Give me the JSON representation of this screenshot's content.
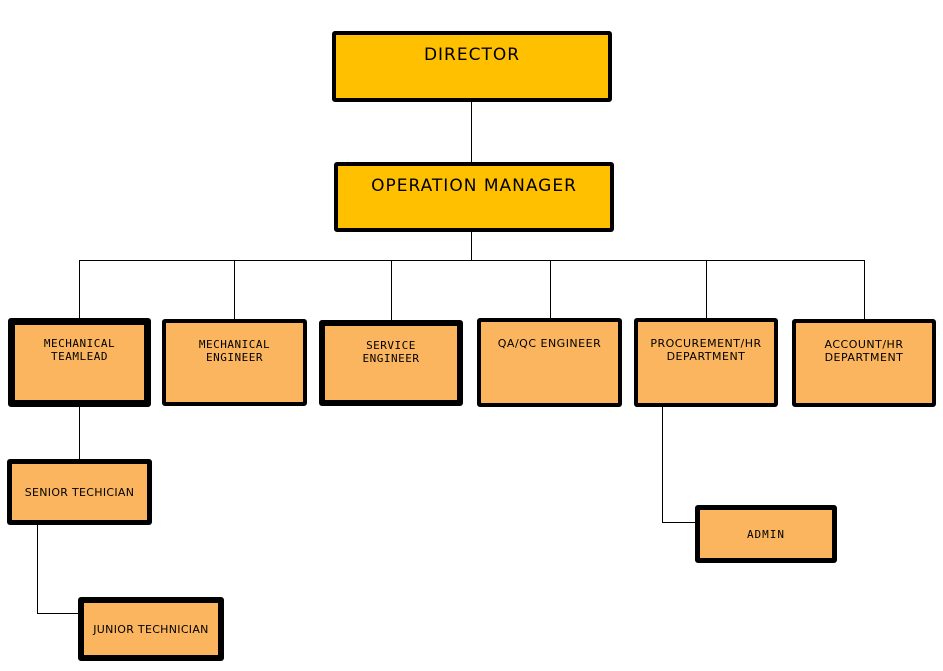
{
  "document": {
    "type": "organization-chart"
  },
  "colors": {
    "gold": "#FFC000",
    "light_orange": "#FAB55E",
    "border": "#000000",
    "line": "#000000",
    "background": "#FFFFFF"
  },
  "nodes": {
    "director": {
      "label": "DIRECTOR"
    },
    "operation_manager": {
      "label": "OPERATION MANAGER"
    },
    "mechanical_teamlead": {
      "label": "MECHANICAL\nTEAMLEAD"
    },
    "mechanical_engineer": {
      "label": "MECHANICAL\nENGINEER"
    },
    "service_engineer": {
      "label": "SERVICE\nENGINEER"
    },
    "qa_qc_engineer": {
      "label": "QA/QC ENGINEER"
    },
    "procurement_hr": {
      "label": "PROCUREMENT/HR\nDEPARTMENT"
    },
    "account_hr": {
      "label": "ACCOUNT/HR\nDEPARTMENT"
    },
    "senior_techician": {
      "label": "SENIOR TECHICIAN"
    },
    "junior_technician": {
      "label": "JUNIOR TECHNICIAN"
    },
    "admin": {
      "label": "ADMIN"
    }
  },
  "hierarchy": [
    {
      "parent": "DIRECTOR",
      "children": [
        "OPERATION MANAGER"
      ]
    },
    {
      "parent": "OPERATION MANAGER",
      "children": [
        "MECHANICAL TEAMLEAD",
        "MECHANICAL ENGINEER",
        "SERVICE ENGINEER",
        "QA/QC ENGINEER",
        "PROCUREMENT/HR DEPARTMENT",
        "ACCOUNT/HR DEPARTMENT"
      ]
    },
    {
      "parent": "MECHANICAL TEAMLEAD",
      "children": [
        "SENIOR TECHICIAN"
      ]
    },
    {
      "parent": "SENIOR TECHICIAN",
      "children": [
        "JUNIOR TECHNICIAN"
      ]
    },
    {
      "parent": "PROCUREMENT/HR DEPARTMENT",
      "children": [
        "ADMIN"
      ]
    }
  ]
}
